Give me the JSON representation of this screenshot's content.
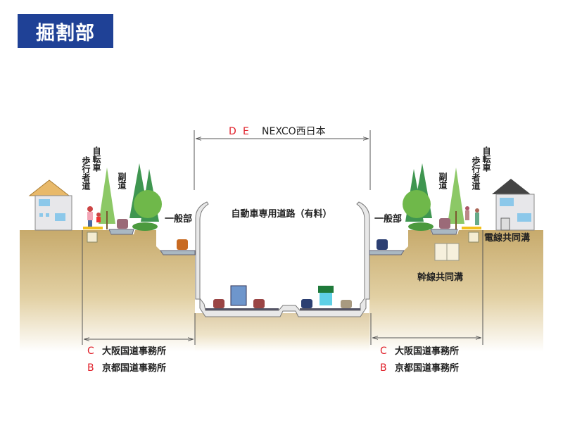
{
  "title": "掘割部",
  "top_span": {
    "codes": [
      "D",
      "E"
    ],
    "org": "NEXCO西日本"
  },
  "labels": {
    "expressway": "自動車専用道路（有料）",
    "general_left": "一般部",
    "general_right": "一般部",
    "frontage_left": "副道",
    "frontage_right": "副道",
    "bike_left": "自転車",
    "ped_left": "歩行者道",
    "bike_right": "自転車",
    "ped_right": "歩行者道",
    "trunk_conduit": "幹線共同溝",
    "cable_conduit": "電線共同溝"
  },
  "bottom_left": [
    {
      "code": "C",
      "org": "大阪国道事務所"
    },
    {
      "code": "B",
      "org": "京都国道事務所"
    }
  ],
  "bottom_right": [
    {
      "code": "C",
      "org": "大阪国道事務所"
    },
    {
      "code": "B",
      "org": "京都国道事務所"
    }
  ],
  "colors": {
    "title_bg": "#1f4196",
    "code_red": "#e0202a",
    "ground": "#c9ad72"
  }
}
